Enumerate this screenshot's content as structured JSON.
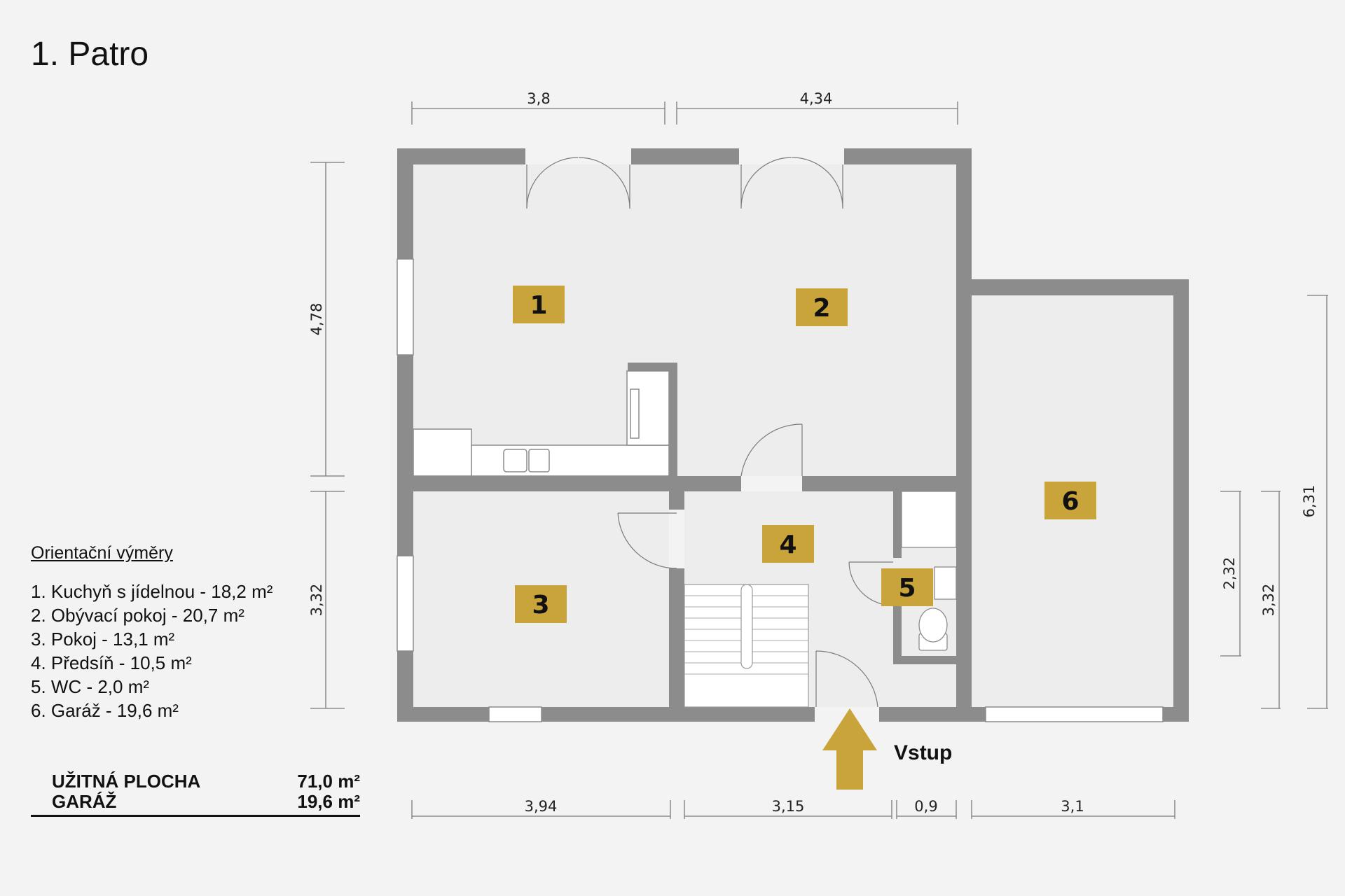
{
  "title": "1. Patro",
  "legend": {
    "heading": "Orientační výměry",
    "rooms": [
      "1. Kuchyň s jídelnou - 18,2 m²",
      "2. Obývací pokoj - 20,7 m²",
      "3. Pokoj - 13,1 m²",
      "4. Předsíň - 10,5 m²",
      "5. WC - 2,0 m²",
      "6. Garáž - 19,6 m²"
    ]
  },
  "totals": {
    "usable_label": "UŽITNÁ PLOCHA",
    "usable_value": "71,0 m²",
    "garage_label": "GARÁŽ",
    "garage_value": "19,6 m²"
  },
  "plan": {
    "room_numbers": [
      "1",
      "2",
      "3",
      "4",
      "5",
      "6"
    ],
    "entry_label": "Vstup",
    "dims": {
      "top_left": "3,8",
      "top_right": "4,34",
      "left_upper": "4,78",
      "left_lower": "3,32",
      "bottom_1": "3,94",
      "bottom_2": "3,15",
      "bottom_3": "0,9",
      "bottom_4": "3,1",
      "right_1": "2,32",
      "right_2": "3,32",
      "right_3": "6,31"
    },
    "colors": {
      "wall": "#8c8c8c",
      "floor": "#ededed",
      "label_bg": "#c9a43a",
      "arrow": "#c9a43a"
    }
  }
}
